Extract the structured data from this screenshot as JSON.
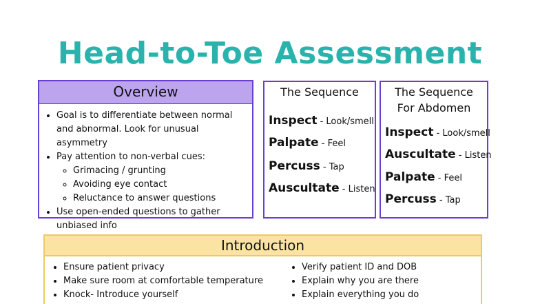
{
  "title": "Head-to-Toe Assessment",
  "overview": {
    "heading": "Overview",
    "items": [
      "Goal is to differentiate between normal and abnormal. Look for unusual asymmetry",
      "Pay attention to non-verbal cues:",
      "Use open-ended questions to gather unbiased info"
    ],
    "subitems": [
      "Grimacing / grunting",
      "Avoiding eye contact",
      "Reluctance to answer questions"
    ]
  },
  "sequence": {
    "heading": "The Sequence",
    "steps": [
      {
        "term": "Inspect",
        "desc": " - Look/smell"
      },
      {
        "term": "Palpate",
        "desc": " - Feel"
      },
      {
        "term": "Percuss",
        "desc": " - Tap"
      },
      {
        "term": "Auscultate",
        "desc": " - Listen"
      }
    ]
  },
  "abdomen": {
    "heading_line1": "The Sequence",
    "heading_line2": "For Abdomen",
    "steps": [
      {
        "term": "Inspect",
        "desc": " - Look/smell"
      },
      {
        "term": "Auscultate",
        "desc": " - Listen"
      },
      {
        "term": "Palpate",
        "desc": " - Feel"
      },
      {
        "term": "Percuss",
        "desc": " - Tap"
      }
    ]
  },
  "introduction": {
    "heading": "Introduction",
    "left": [
      "Ensure patient privacy",
      "Make sure room at comfortable temperature",
      "Knock- Introduce yourself"
    ],
    "right": [
      "Verify patient ID and DOB",
      "Explain why you are there",
      "Explain everything you do"
    ]
  },
  "colors": {
    "title": "#2ab3ad",
    "purple_border": "#6a3fcf",
    "overview_fill": "#bca4ee",
    "intro_fill": "#fbe3a4",
    "intro_border": "#efc76a"
  }
}
